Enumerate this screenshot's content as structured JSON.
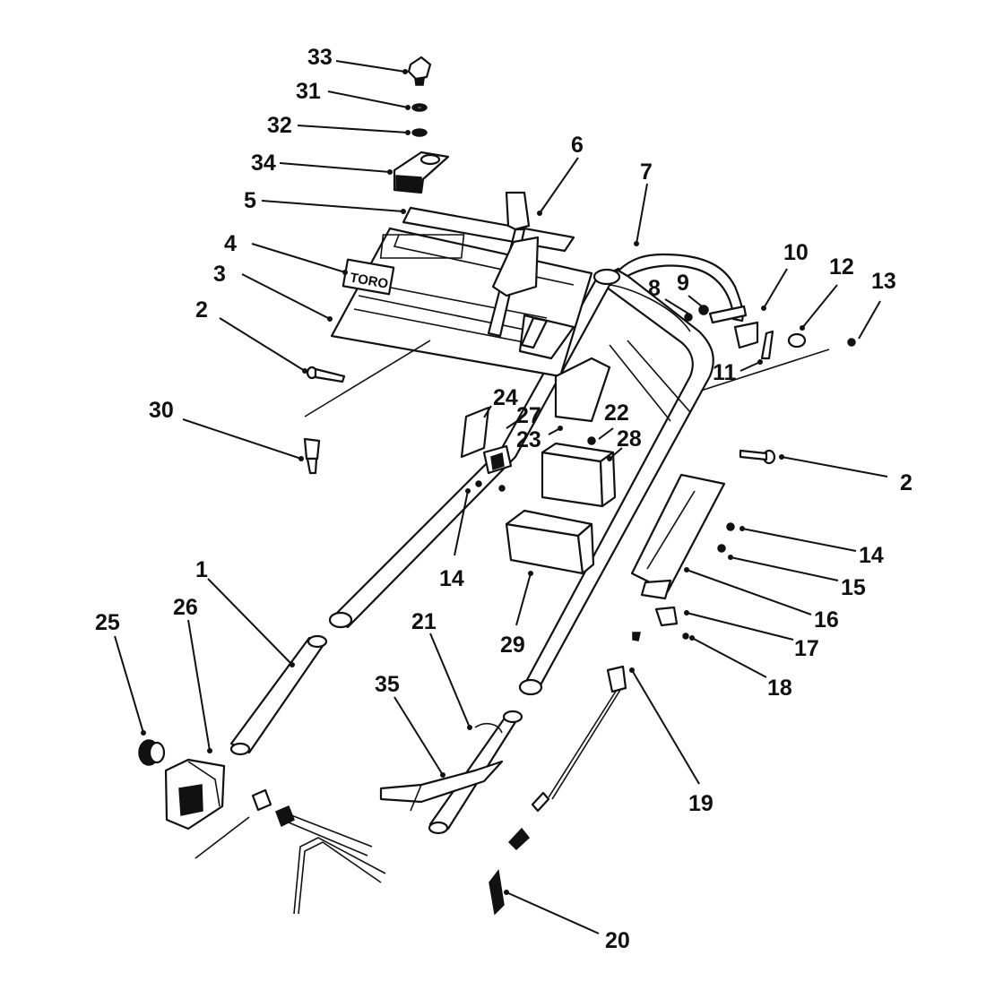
{
  "diagram": {
    "brand_label": "TORO",
    "callouts": {
      "c1": "1",
      "c2a": "2",
      "c2b": "2",
      "c3": "3",
      "c4": "4",
      "c5": "5",
      "c6": "6",
      "c7": "7",
      "c8": "8",
      "c9": "9",
      "c10": "10",
      "c11": "11",
      "c12": "12",
      "c13": "13",
      "c14a": "14",
      "c14b": "14",
      "c15": "15",
      "c16": "16",
      "c17": "17",
      "c18": "18",
      "c19": "19",
      "c20": "20",
      "c21": "21",
      "c22": "22",
      "c23": "23",
      "c24": "24",
      "c25": "25",
      "c26": "26",
      "c27": "27",
      "c28": "28",
      "c29": "29",
      "c30": "30",
      "c31": "31",
      "c32": "32",
      "c33": "33",
      "c34": "34",
      "c35": "35"
    }
  }
}
